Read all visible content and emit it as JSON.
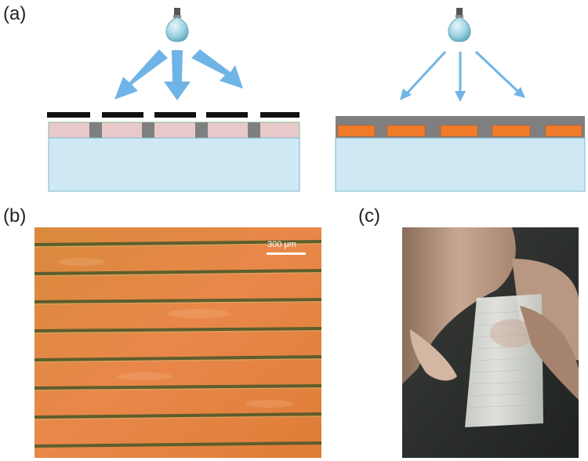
{
  "figure": {
    "panel_a_label": "(a)",
    "panel_b_label": "(b)",
    "panel_c_label": "(c)",
    "scale_bar_text": "300 μm"
  },
  "icons": {
    "light_source": "light-bulb-icon",
    "arrows": "arrow-icon"
  },
  "colors": {
    "arrow": "#6fb4e6",
    "substrate": "#cfe9f4",
    "mask": "#111111",
    "film_gray": "#7f7f80",
    "film_pink": "#e8c9c9",
    "electrode_orange": "#f07b2a",
    "photo_orange": "#e68a3c",
    "stripe_green": "#4f5a2a"
  }
}
